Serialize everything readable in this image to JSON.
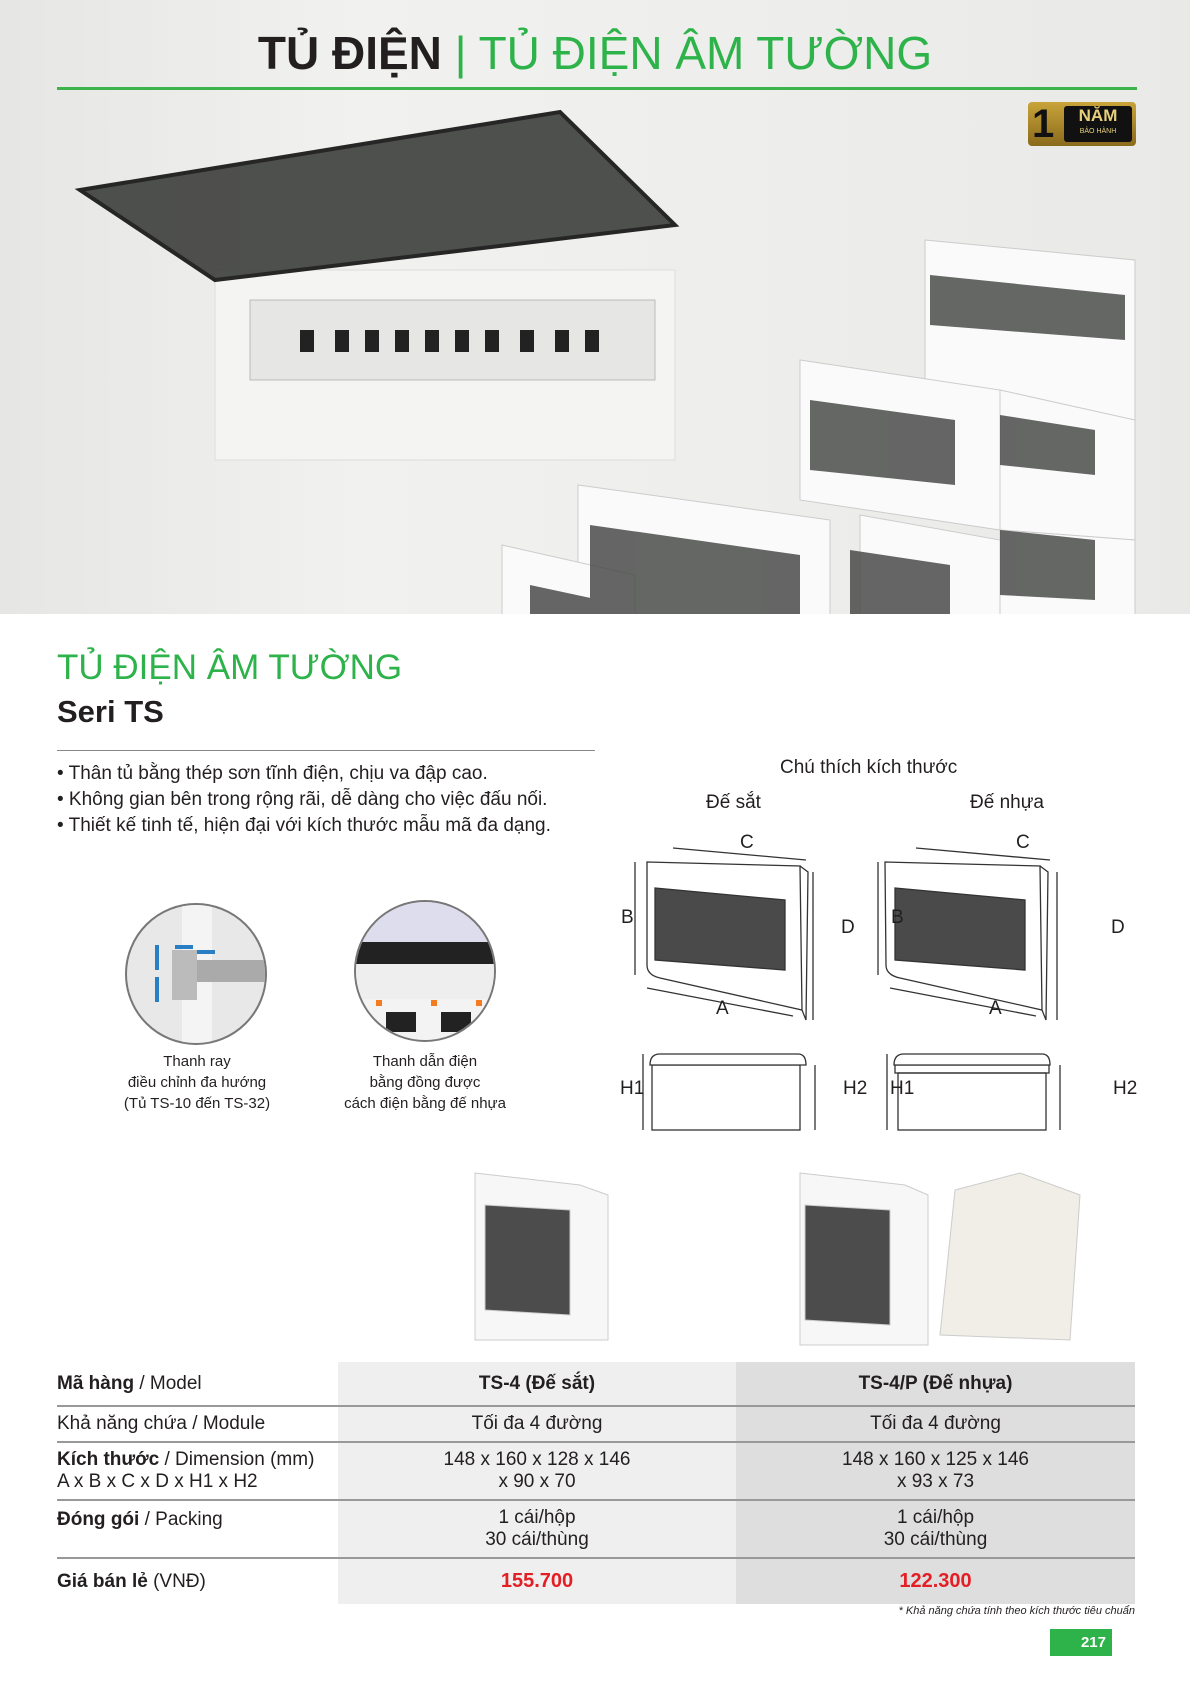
{
  "header": {
    "title_main": "TỦ ĐIỆN",
    "separator": "|",
    "title_sub": "TỦ ĐIỆN ÂM TƯỜNG"
  },
  "badge": {
    "number": "1",
    "year": "NĂM",
    "text": "BẢO HÀNH"
  },
  "product": {
    "category": "TỦ ĐIỆN ÂM TƯỜNG",
    "series": "Seri TS"
  },
  "features": [
    "• Thân tủ bằng thép sơn tĩnh điện, chịu va đập cao.",
    "• Không gian bên trong rộng rãi, dễ dàng cho việc đấu nối.",
    "• Thiết kế tinh tế, hiện đại với kích thước mẫu mã đa dạng."
  ],
  "details": [
    {
      "lines": [
        "Thanh ray",
        "điều chỉnh đa hướng",
        "(Tủ TS-10 đến TS-32)"
      ]
    },
    {
      "lines": [
        "Thanh dẫn điện",
        "bằng đồng được",
        "cách điện bằng đế nhựa"
      ]
    }
  ],
  "dimensions": {
    "title": "Chú thích kích thước",
    "steel": "Đế sắt",
    "plastic": "Đế nhựa",
    "labels": {
      "A": "A",
      "B": "B",
      "C": "C",
      "D": "D",
      "H1": "H1",
      "H2": "H2"
    }
  },
  "table": {
    "rows": [
      {
        "bold": "Mã hàng",
        "rest": " / Model",
        "c1": [
          "TS-4 (Đế sắt)"
        ],
        "c2": [
          "TS-4/P (Đế nhựa)"
        ],
        "header": true
      },
      {
        "bold": "",
        "rest": "Khả năng chứa / Module",
        "c1": [
          "Tối đa 4 đường"
        ],
        "c2": [
          "Tối đa 4 đường"
        ]
      },
      {
        "bold": "Kích thước",
        "rest": " / Dimension (mm)",
        "sub": "A x B x C x D x H1 x H2",
        "c1": [
          "148 x 160 x 128 x 146",
          "x 90 x 70"
        ],
        "c2": [
          "148 x 160 x 125 x 146",
          "x 93 x 73"
        ]
      },
      {
        "bold": "Đóng gói",
        "rest": " / Packing",
        "c1": [
          "1 cái/hộp",
          "30 cái/thùng"
        ],
        "c2": [
          "1 cái/hộp",
          "30 cái/thùng"
        ]
      },
      {
        "bold": "Giá bán lẻ",
        "rest": " (VNĐ)",
        "c1": [
          "155.700"
        ],
        "c2": [
          "122.300"
        ],
        "price": true
      }
    ]
  },
  "footnote": "* Khả năng chứa tính theo kích thước tiêu chuẩn",
  "page_number": "217",
  "colors": {
    "green": "#2db34a",
    "price": "#e31e24"
  }
}
